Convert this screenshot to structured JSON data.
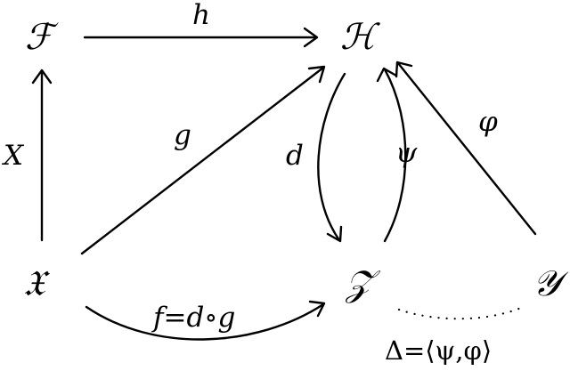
{
  "nodes": {
    "F": "ℱ",
    "H": "ℋ",
    "X": "𝔛",
    "Z": "𝒵",
    "Y": "𝒴"
  },
  "edges": {
    "h": "h",
    "X": "X",
    "g": "g",
    "d": "d",
    "psi": "ψ",
    "phi": "φ",
    "f": "f=d∘g",
    "delta": "Δ=⟨ψ,φ⟩"
  }
}
